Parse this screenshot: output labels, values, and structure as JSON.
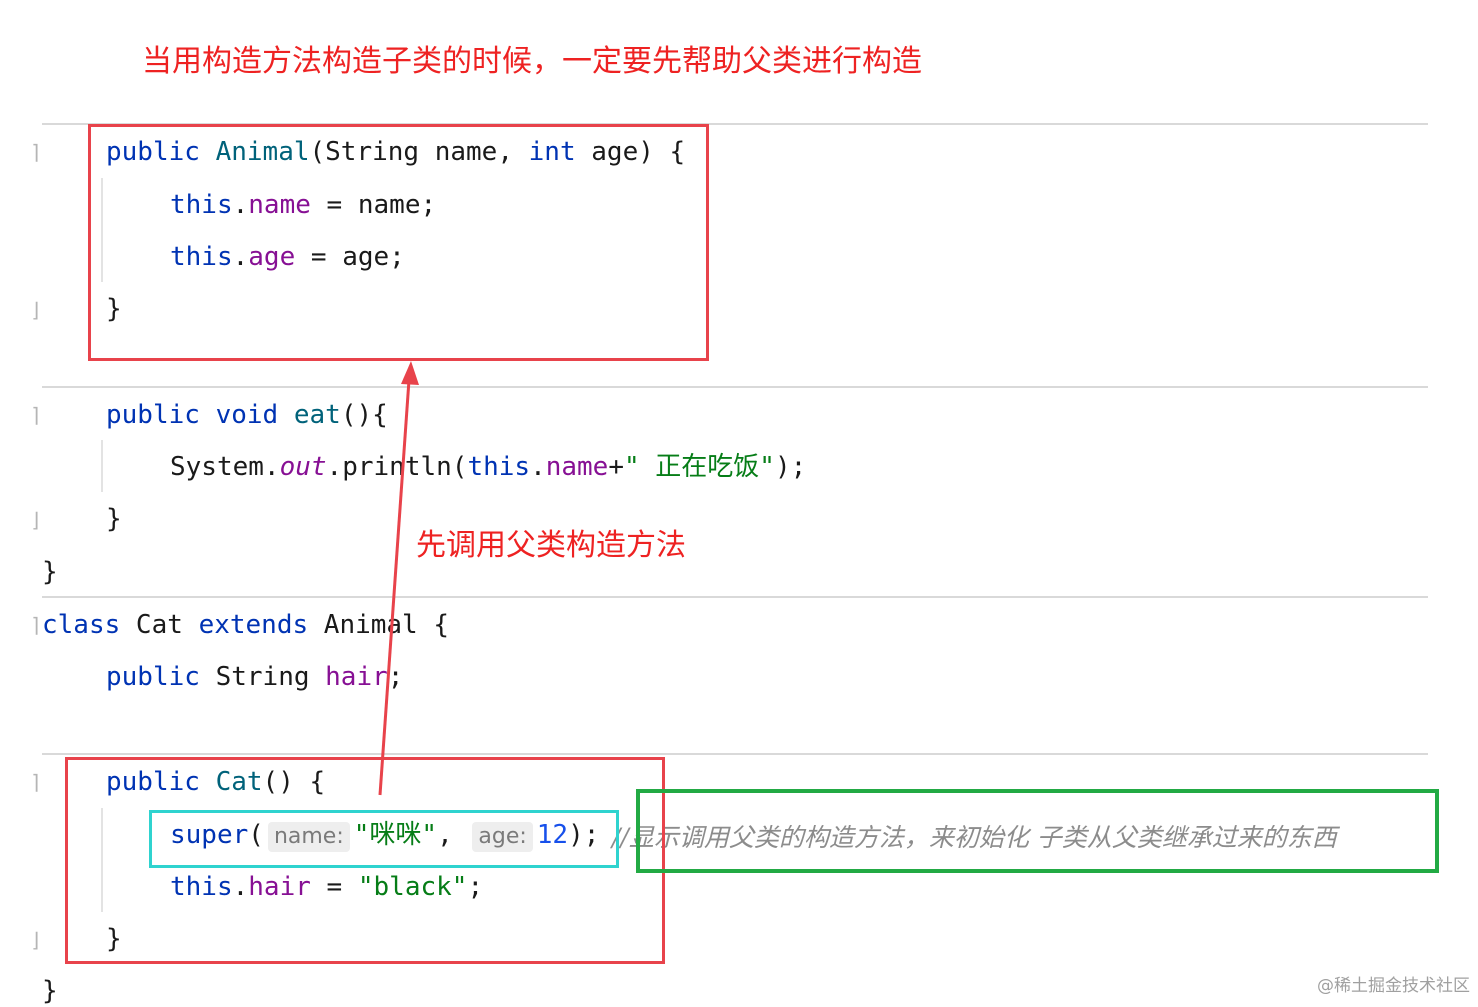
{
  "annotations": {
    "title": "当用构造方法构造子类的时候，一定要先帮助父类进行构造",
    "middle": "先调用父类构造方法"
  },
  "code": {
    "animal_ctor": {
      "kw_public": "public",
      "name": "Animal",
      "params_a": "(String name, ",
      "kw_int": "int",
      "params_b": " age) {",
      "this1": "this",
      "field_name": "name",
      "assign_name": " = name;",
      "this2": "this",
      "field_age": "age",
      "assign_age": " = age;",
      "close": "}"
    },
    "eat": {
      "kw_public": "public",
      "kw_void": "void",
      "name": "eat",
      "parens": "(){",
      "sys": "System.",
      "out": "out",
      "println": ".println(",
      "this": "this",
      "dot": ".",
      "field": "name",
      "plus": "+",
      "str": "\" 正在吃饭\"",
      "end": ");",
      "close": "}"
    },
    "class_close": "}",
    "cat_class": {
      "kw_class": "class",
      "name": " Cat ",
      "kw_extends": "extends",
      "parent": " Animal {",
      "kw_public": "public",
      "type": " String ",
      "field": "hair",
      "semi": ";"
    },
    "cat_ctor": {
      "kw_public": "public",
      "name": "Cat",
      "parens": "() {",
      "super": "super",
      "open": "(",
      "hint_name": "name:",
      "str_name": "\"咪咪\"",
      "comma": ",",
      "hint_age": "age:",
      "num_age": "12",
      "end": ");",
      "comment": "//显示调用父类的构造方法，来初始化  子类从父类继承过来的东西",
      "this": "this",
      "field": "hair",
      "assign": " = ",
      "str_hair": "\"black\"",
      "semi": ";",
      "close": "}"
    },
    "final_close": "}"
  },
  "watermark": "@稀土掘金技术社区",
  "colors": {
    "annotation_red": "#ee2222",
    "box_red": "#e8434b",
    "box_cyan": "#2fd3cf",
    "box_green": "#22aa44",
    "keyword": "#0033b3",
    "field": "#871094",
    "string": "#067d17",
    "number": "#1750eb"
  }
}
